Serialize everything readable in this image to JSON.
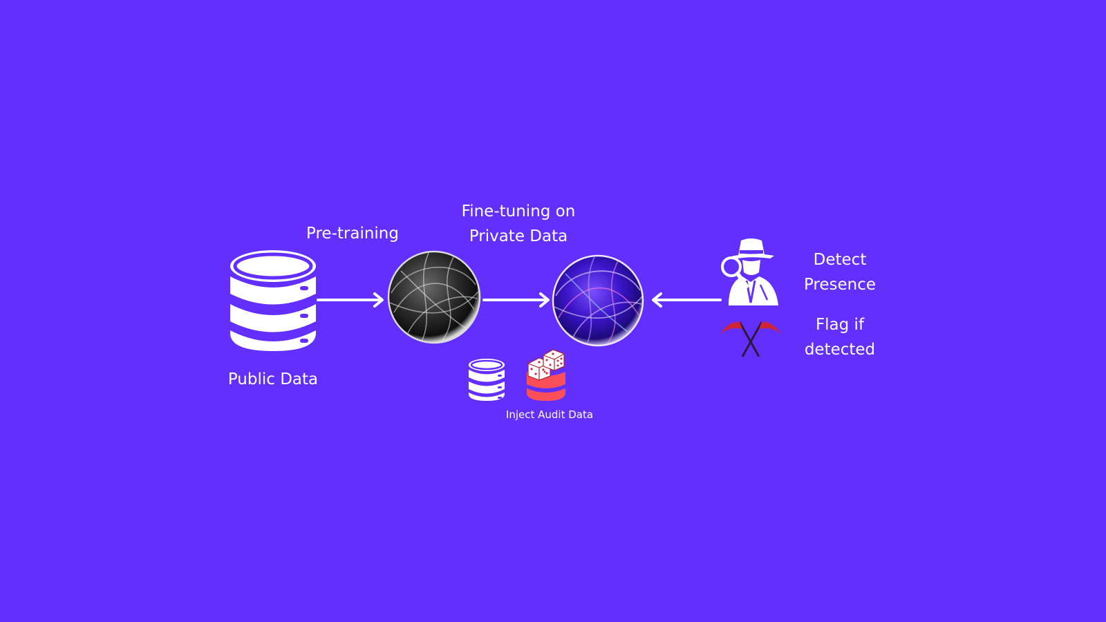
{
  "colors": {
    "background": "#632ffd",
    "foreground": "#ffffff",
    "audit_data": "#fb4f5a",
    "flag": "#d0243a"
  },
  "diagram": {
    "public_data": {
      "label": "Public Data",
      "icon": "database-icon"
    },
    "pretraining": {
      "label": "Pre-training"
    },
    "base_model": {
      "icon": "grey-sphere-model-icon"
    },
    "finetuning": {
      "line1": "Fine-tuning on",
      "line2": "Private Data"
    },
    "finetuned_model": {
      "icon": "purple-sphere-model-icon"
    },
    "inject": {
      "label": "Inject Audit Data",
      "icons": [
        "database-icon",
        "audit-database-dice-icon"
      ]
    },
    "detect": {
      "line1": "Detect",
      "line2": "Presence",
      "icon": "detective-icon"
    },
    "flag": {
      "line1": "Flag if",
      "line2": "detected",
      "icon": "red-flags-icon"
    }
  }
}
